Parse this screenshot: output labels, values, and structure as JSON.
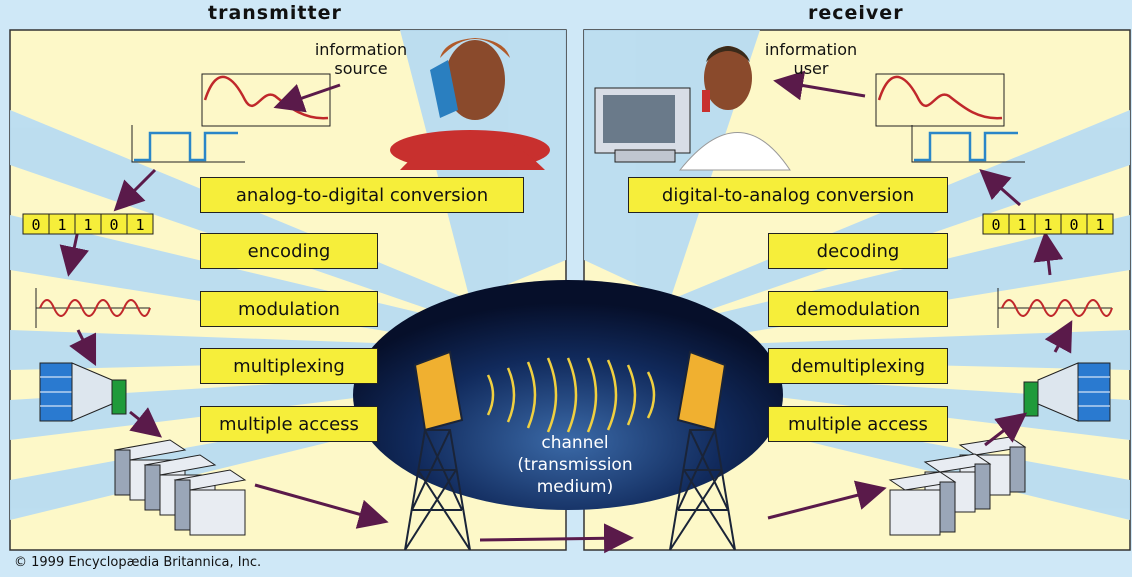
{
  "headers": {
    "transmitter": "transmitter",
    "receiver": "receiver"
  },
  "transmitter": {
    "source_label": [
      "information",
      "source"
    ],
    "stages": [
      "analog-to-digital conversion",
      "encoding",
      "modulation",
      "multiplexing",
      "multiple access"
    ],
    "bits": [
      "0",
      "1",
      "1",
      "0",
      "1"
    ]
  },
  "receiver": {
    "user_label": [
      "information",
      "user"
    ],
    "stages": [
      "digital-to-analog conversion",
      "decoding",
      "demodulation",
      "demultiplexing",
      "multiple access"
    ],
    "bits": [
      "0",
      "1",
      "1",
      "0",
      "1"
    ]
  },
  "channel": {
    "lines": [
      "channel",
      "(transmission",
      "medium)"
    ]
  },
  "copyright": "© 1999 Encyclopædia Britannica, Inc.",
  "colors": {
    "panel": "#fdf8c8",
    "box": "#f6ee3a",
    "beam": "#b9dcf2",
    "channel": "#0c1e4a",
    "arrow": "#5a1a4a",
    "wave": "#c0282b",
    "digital": "#2a86c8"
  }
}
